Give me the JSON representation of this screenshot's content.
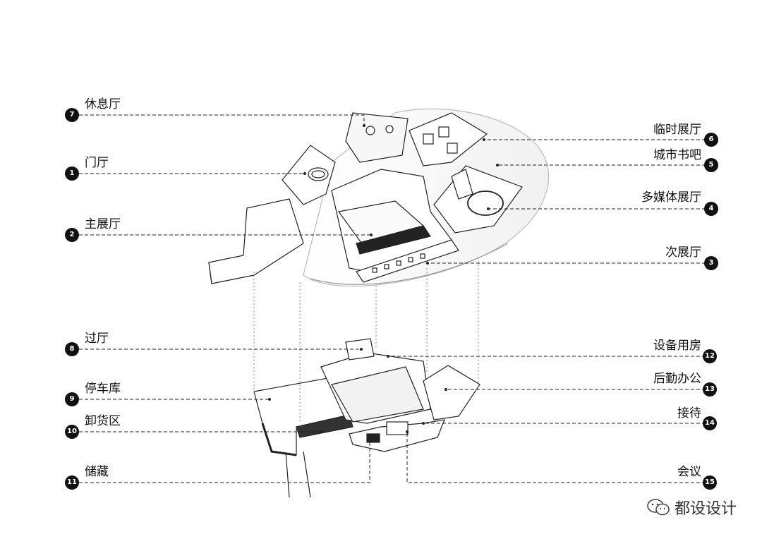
{
  "labels_left": [
    {
      "num": "7",
      "text": "休息厅"
    },
    {
      "num": "1",
      "text": "门厅"
    },
    {
      "num": "2",
      "text": "主展厅"
    },
    {
      "num": "8",
      "text": "过厅"
    },
    {
      "num": "9",
      "text": "停车库"
    },
    {
      "num": "10",
      "text": "卸货区"
    },
    {
      "num": "11",
      "text": "储藏"
    }
  ],
  "labels_right": [
    {
      "num": "6",
      "text": "临时展厅"
    },
    {
      "num": "5",
      "text": "城市书吧"
    },
    {
      "num": "4",
      "text": "多媒体展厅"
    },
    {
      "num": "3",
      "text": "次展厅"
    },
    {
      "num": "12",
      "text": "设备用房"
    },
    {
      "num": "13",
      "text": "后勤办公"
    },
    {
      "num": "14",
      "text": "接待"
    },
    {
      "num": "15",
      "text": "会议"
    }
  ],
  "watermark": "都设设计"
}
